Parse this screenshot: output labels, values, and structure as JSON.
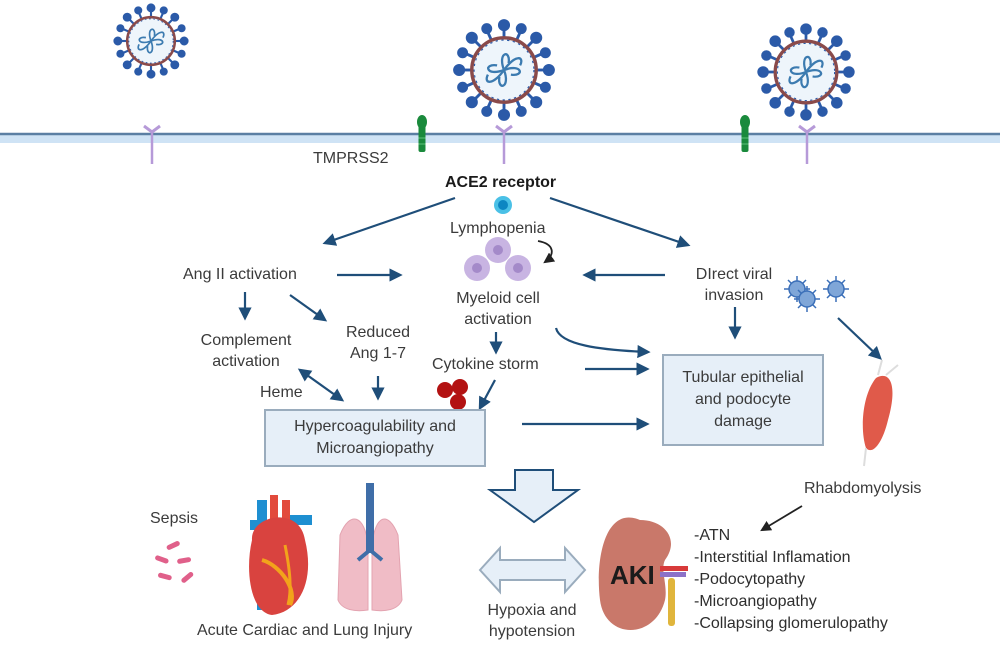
{
  "membrane": {
    "tmprss2_label": "TMPRSS2",
    "ace2_label": "ACE2 receptor"
  },
  "nodes": {
    "lymphopenia": "Lymphopenia",
    "ang2": "Ang II activation",
    "myeloid_line1": "Myeloid cell",
    "myeloid_line2": "activation",
    "direct_viral_line1": "DIrect viral",
    "direct_viral_line2": "invasion",
    "complement_line1": "Complement",
    "complement_line2": "activation",
    "reduced_line1": "Reduced",
    "reduced_line2": "Ang 1-7",
    "cytokine": "Cytokine storm",
    "heme": "Heme",
    "hypercoag_line1": "Hypercoagulability and",
    "hypercoag_line2": "Microangiopathy",
    "tubular_line1": "Tubular epithelial",
    "tubular_line2": "and podocyte",
    "tubular_line3": "damage",
    "rhabdo": "Rhabdomyolysis",
    "sepsis": "Sepsis",
    "cardiac_lung": "Acute Cardiac and Lung Injury",
    "hypoxia_line1": "Hypoxia and",
    "hypoxia_line2": "hypotension",
    "aki": "AKI"
  },
  "aki_causes": [
    "-ATN",
    "-Interstitial Inflamation",
    "-Podocytopathy",
    "-Microangiopathy",
    "-Collapsing glomerulopathy"
  ],
  "icons": {
    "virus": "coronavirus-icon",
    "tmprss2": "tmprss2-protease-icon",
    "ace2": "ace2-receptor-icon",
    "lymphocyte": "lymphocyte-cell-icon",
    "myeloid": "myeloid-cells-icon",
    "rbc": "red-blood-cells-icon",
    "small_viruses": "small-virus-cluster-icon",
    "muscle": "muscle-icon",
    "bacteria": "bacteria-icon",
    "heart": "heart-icon",
    "lungs": "lungs-icon",
    "kidney": "kidney-icon"
  },
  "colors": {
    "arrow": "#1f4e79",
    "membrane": "#5b7fa3",
    "membrane_glow": "#cfe3f5",
    "virus_spike": "#2b5aa8",
    "virus_envelope": "#8a4a4a",
    "tmprss2": "#1a8a3c",
    "ace2": "#b69ad8",
    "box_fill": "#e6eff8",
    "box_border": "#9aacbd",
    "kidney": "#c9786a",
    "rbc": "#b31212"
  }
}
